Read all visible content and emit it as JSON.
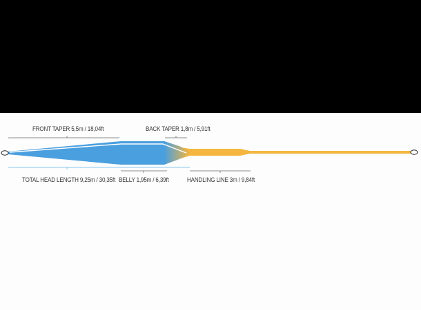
{
  "diagram": {
    "type": "fly-line-taper-profile",
    "colors": {
      "head": "#4a9fdf",
      "head_highlight": "#ffffff",
      "running_line": "#f4b63e",
      "dimension_line_dark": "#8a8a8a",
      "dimension_line_light": "#8cc6f0",
      "loop_stroke": "#222222",
      "background_top": "#000000",
      "background": "#fdfdfd"
    },
    "labels": {
      "front_taper": "FRONT TAPER 5,5m / 18,04ft",
      "back_taper": "BACK TAPER 1,8m / 5,91ft",
      "total_head_length": "TOTAL HEAD LENGTH 9,25m / 30,35ft",
      "belly": "BELLY 1,95m / 6,39ft",
      "handling_line": "HANDLING LINE 3m / 9,84ft"
    },
    "sections": [
      {
        "name": "Front Taper",
        "length_m": 5.5,
        "length_ft": 18.04
      },
      {
        "name": "Belly",
        "length_m": 1.95,
        "length_ft": 6.39
      },
      {
        "name": "Back Taper",
        "length_m": 1.8,
        "length_ft": 5.91
      },
      {
        "name": "Handling Line",
        "length_m": 3,
        "length_ft": 9.84
      },
      {
        "name": "Total Head Length",
        "length_m": 9.25,
        "length_ft": 30.35
      }
    ]
  }
}
